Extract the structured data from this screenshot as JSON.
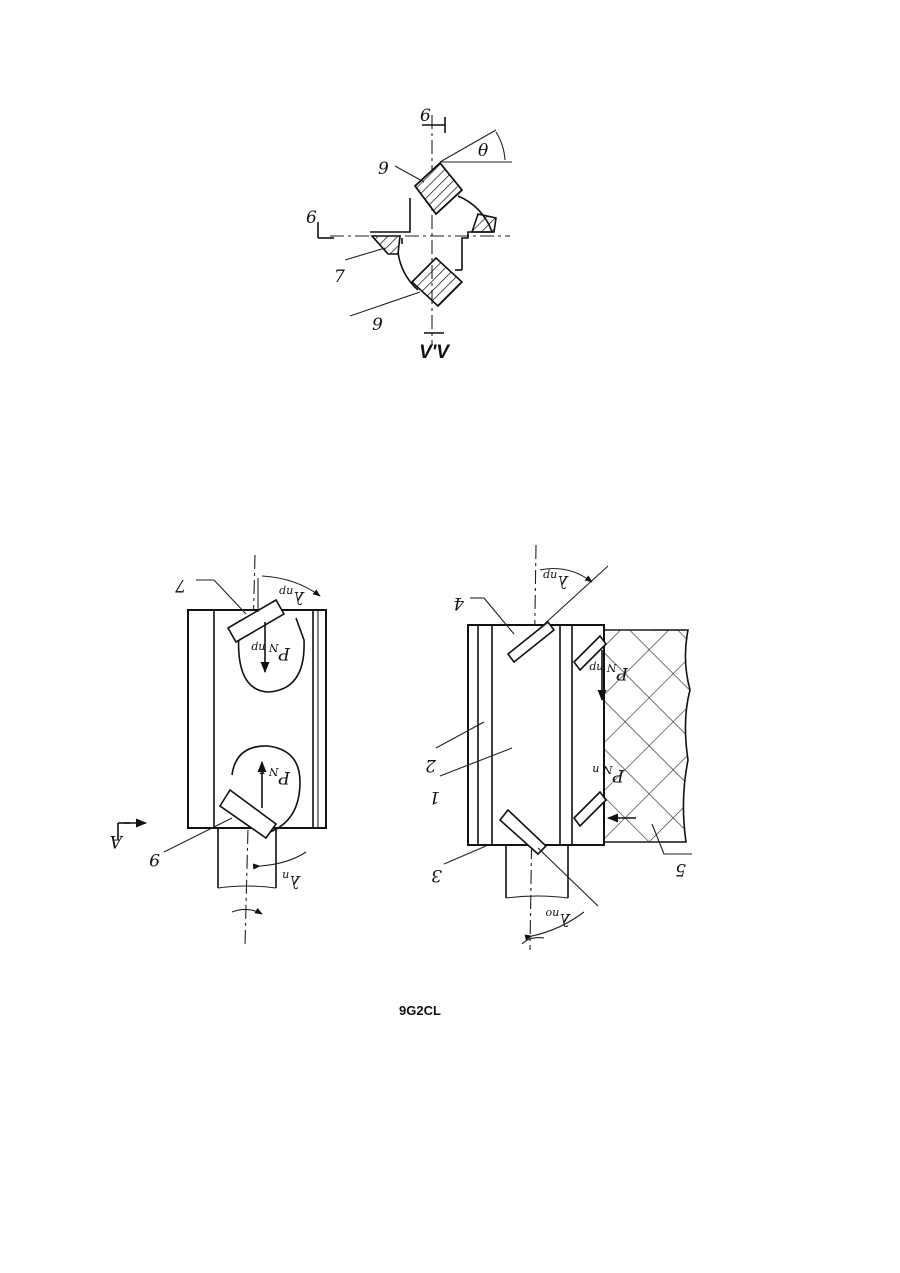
{
  "section_view": {
    "caption": "V'V",
    "cut_mark_top": "6",
    "cut_mark_left": "6",
    "angle_label": "θ",
    "callout_upper": "9",
    "callout_left": "7",
    "callout_lower": "9"
  },
  "left_tool": {
    "callout_top": "7",
    "callout_bottom": "9",
    "force_upper": "P",
    "force_upper_sub": "N np",
    "force_lower": "P",
    "force_lower_sub": "N r",
    "angle_top": "λ",
    "angle_top_sub": "np",
    "angle_bottom": "λ",
    "angle_bottom_sub": "n",
    "view_arrow": "A"
  },
  "right_tool": {
    "callout_4": "4",
    "callout_2": "2",
    "callout_1": "1",
    "callout_3": "3",
    "callout_5": "5",
    "force_upper": "P",
    "force_upper_sub": "N np",
    "force_lower": "P",
    "force_lower_sub": "N n",
    "angle_top": "λ",
    "angle_top_sub": "np",
    "angle_bottom": "λ",
    "angle_bottom_sub": "no"
  },
  "figure_number": "9G2CL"
}
